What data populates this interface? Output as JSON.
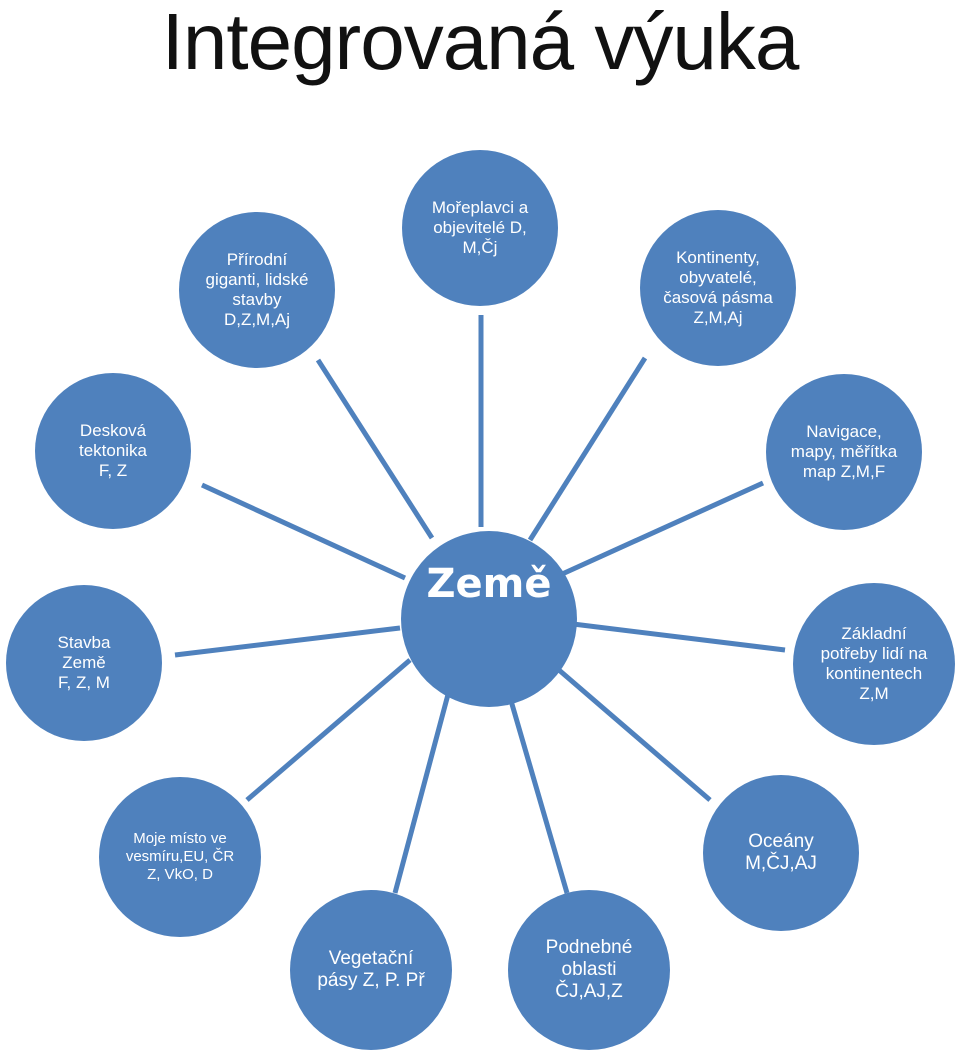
{
  "title": "Integrovaná výuka",
  "center": "Země",
  "nodes": {
    "moreplavci": "Mořeplavci a\nobjevitelé  D,\nM,Čj",
    "prirodni": "Přírodní\ngiganti, lidské\nstavby\nD,Z,M,Aj",
    "kontinenty": "Kontinenty,\nobyvatelé,\nčasová pásma\nZ,M,Aj",
    "deskova": "Desková\ntektonika\nF, Z",
    "navigace": "Navigace,\nmapy, měřítka\nmap Z,M,F",
    "stavba": "Stavba\nZemě\nF, Z, M",
    "zakladni": "Základní\npotřeby lidí na\nkontinentech\nZ,M",
    "moje": "Moje místo ve\nvesmíru,EU, ČR\nZ, VkO, D",
    "oceany": "Oceány\nM,ČJ,AJ",
    "vegetacni": "Vegetační\npásy Z, P. Př",
    "podnebne": "Podnebné\noblasti\nČJ,AJ,Z"
  },
  "colors": {
    "node_fill": "#4f81bd",
    "connector": "#4f81bd",
    "text": "#ffffff"
  }
}
